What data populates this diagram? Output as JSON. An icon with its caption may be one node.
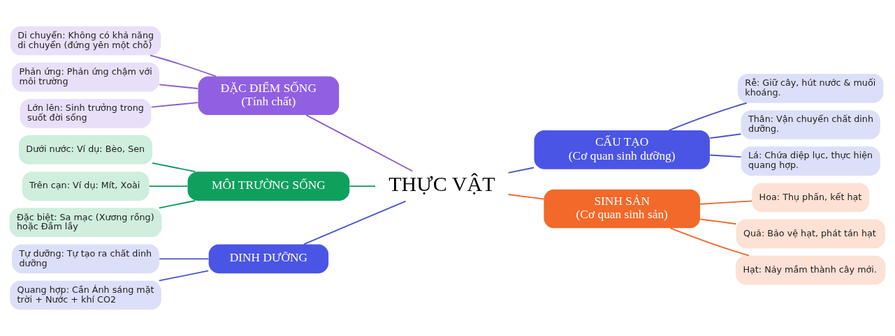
{
  "diagram": {
    "nodes": [
      {
        "text": [
          "DINH DƯỠNG"
        ]
      },
      {
        "text": [
          "Tự dưỡng: Tự tạo ra chất dinh dưỡng"
        ]
      },
      {
        "text": [
          "Quang hợp: Cần Ánh sáng mặt trời + Nước + khí CO2"
        ]
      },
      {
        "text": [
          "ĐẶC ĐIỂM SỐNG",
          "(Tính chất)"
        ]
      },
      {
        "text": [
          "Di chuyển: Không có khả năng di chuyển (đứng yên một chỗ)"
        ]
      },
      {
        "text": [
          "Phản ứng: Phản ứng chậm với môi trường"
        ]
      },
      {
        "text": [
          "Lớn lên: Sinh trưởng trong suốt đời sống"
        ]
      },
      {
        "text": [
          "MÔI TRƯỜNG SỐNG"
        ]
      },
      {
        "text": [
          "Dưới nước: Ví dụ: Bèo, Sen"
        ]
      },
      {
        "text": [
          "Trên cạn: Ví dụ: Mít, Xoài"
        ]
      },
      {
        "text": [
          "Đặc biệt: Sa mạc (Xương rồng) hoặc Đầm lầy"
        ]
      },
      {
        "text": [
          "THỰC VẬT"
        ]
      },
      {
        "text": [
          "CẤU TẠO",
          "(Cơ quan sinh dưỡng)"
        ]
      },
      {
        "text": [
          "Rễ: Giữ cây, hút nước & muối khoáng."
        ]
      },
      {
        "text": [
          "Thân: Vận chuyển chất dinh dưỡng."
        ]
      },
      {
        "text": [
          "Lá: Chứa diệp lục, thực hiện quang hợp."
        ]
      },
      {
        "text": [
          "SINH SẢN",
          "(Cơ quan sinh sản)"
        ]
      },
      {
        "text": [
          "Hoa: Thụ phấn, kết hạt"
        ]
      },
      {
        "text": [
          "Quả: Bảo vệ hạt, phát tán hạt"
        ]
      },
      {
        "text": [
          "Hạt: Nảy mầm thành cây mới."
        ]
      }
    ],
    "edges": [
      {
        "from": 1,
        "to": 0,
        "arrow": "none",
        "color": "#4a55c8"
      },
      {
        "from": 2,
        "to": 0,
        "arrow": "none",
        "color": "#4a55c8"
      },
      {
        "from": 0,
        "to": 11,
        "arrow": "none",
        "color": "#4a55c8"
      },
      {
        "from": 4,
        "to": 3,
        "arrow": "none",
        "color": "#8a5cd0"
      },
      {
        "from": 5,
        "to": 3,
        "arrow": "none",
        "color": "#8a5cd0"
      },
      {
        "from": 6,
        "to": 3,
        "arrow": "none",
        "color": "#8a5cd0"
      },
      {
        "from": 3,
        "to": 11,
        "arrow": "none",
        "color": "#8a5cd0"
      },
      {
        "from": 8,
        "to": 7,
        "arrow": "none",
        "color": "#12955a"
      },
      {
        "from": 9,
        "to": 7,
        "arrow": "none",
        "color": "#12955a"
      },
      {
        "from": 10,
        "to": 7,
        "arrow": "none",
        "color": "#12955a"
      },
      {
        "from": 7,
        "to": 11,
        "arrow": "none",
        "color": "#12955a"
      },
      {
        "from": 11,
        "to": 12,
        "arrow": "none",
        "color": "#4a55c8"
      },
      {
        "from": 12,
        "to": 13,
        "arrow": "none",
        "color": "#4a55c8"
      },
      {
        "from": 12,
        "to": 14,
        "arrow": "none",
        "color": "#4a55c8"
      },
      {
        "from": 12,
        "to": 15,
        "arrow": "none",
        "color": "#4a55c8"
      },
      {
        "from": 11,
        "to": 16,
        "arrow": "none",
        "color": "#e8692c"
      },
      {
        "from": 16,
        "to": 17,
        "arrow": "none",
        "color": "#e8692c"
      },
      {
        "from": 16,
        "to": 18,
        "arrow": "none",
        "color": "#e8692c"
      },
      {
        "from": 16,
        "to": 19,
        "arrow": "none",
        "color": "#e8692c"
      }
    ]
  }
}
